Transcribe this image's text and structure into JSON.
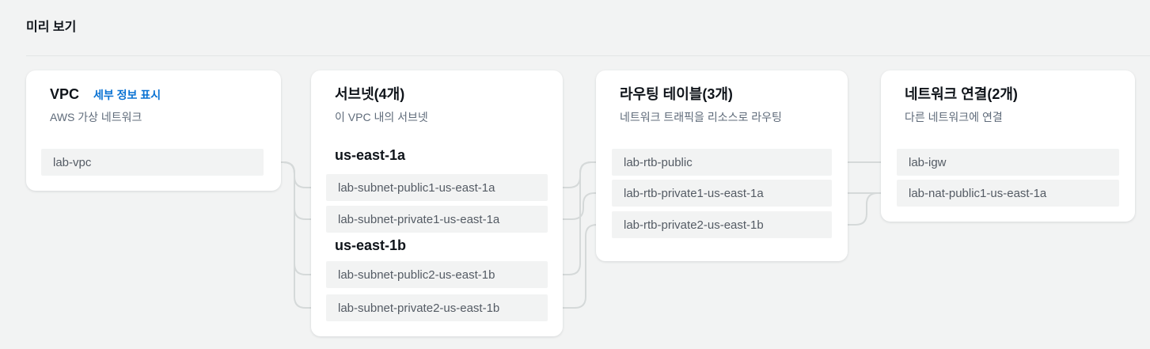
{
  "page": {
    "title": "미리 보기"
  },
  "colors": {
    "background": "#f2f3f3",
    "card": "#ffffff",
    "chip": "#f2f3f3",
    "connector": "#d5d9d9",
    "link": "#0972d3"
  },
  "cards": {
    "vpc": {
      "title": "VPC",
      "details_link": "세부 정보 표시",
      "subtitle": "AWS 가상 네트워크",
      "items": [
        "lab-vpc"
      ]
    },
    "subnets": {
      "title": "서브넷(4개)",
      "subtitle": "이 VPC 내의 서브넷",
      "groups": [
        {
          "header": "us-east-1a",
          "items": [
            "lab-subnet-public1-us-east-1a",
            "lab-subnet-private1-us-east-1a"
          ]
        },
        {
          "header": "us-east-1b",
          "items": [
            "lab-subnet-public2-us-east-1b",
            "lab-subnet-private2-us-east-1b"
          ]
        }
      ]
    },
    "route_tables": {
      "title": "라우팅 테이블(3개)",
      "subtitle": "네트워크 트래픽을 리소스로 라우팅",
      "items": [
        "lab-rtb-public",
        "lab-rtb-private1-us-east-1a",
        "lab-rtb-private2-us-east-1b"
      ]
    },
    "network_connections": {
      "title": "네트워크 연결(2개)",
      "subtitle": "다른 네트워크에 연결",
      "items": [
        "lab-igw",
        "lab-nat-public1-us-east-1a"
      ]
    }
  }
}
